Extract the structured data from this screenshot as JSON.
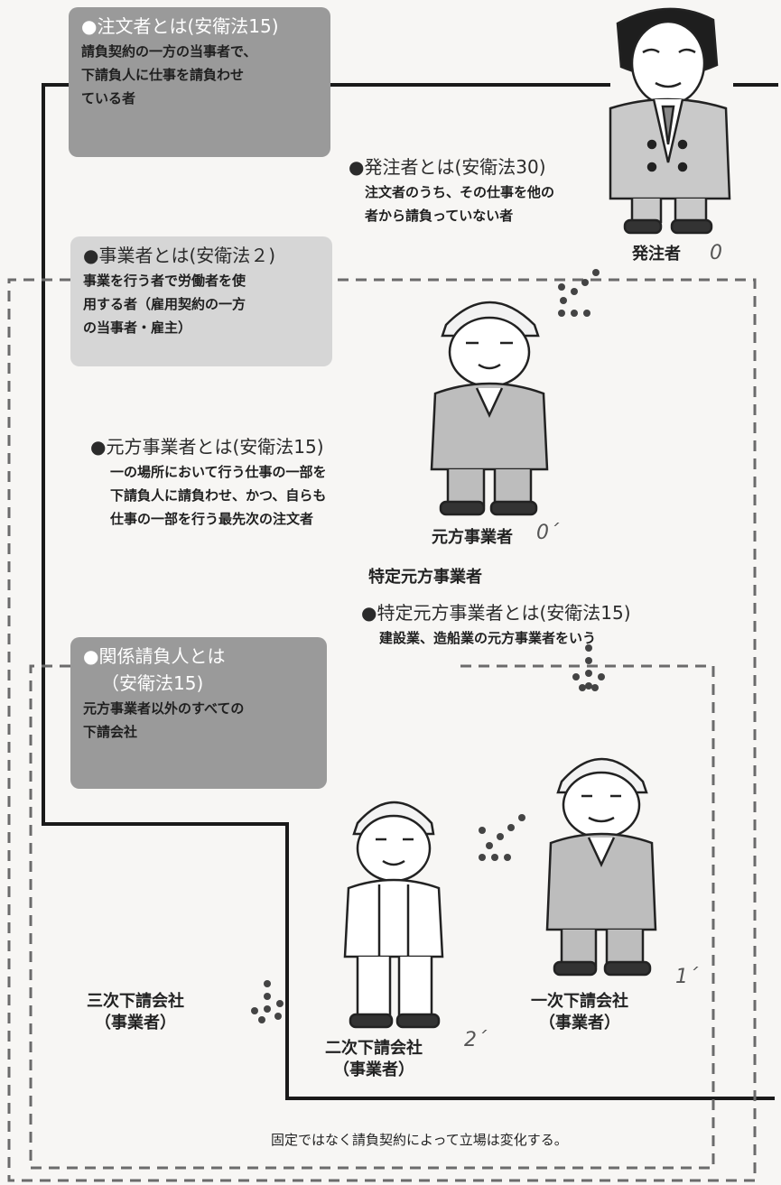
{
  "definitions": {
    "chumonsha": {
      "heading": "●注文者とは(安衛法15)",
      "lines": [
        "請負契約の一方の当事者で、",
        "下請負人に仕事を請負わせ",
        "ている者"
      ]
    },
    "hacchusha": {
      "heading": "●発注者とは(安衛法30)",
      "lines": [
        "注文者のうち、その仕事を他の",
        "者から請負っていない者"
      ]
    },
    "jigyosha": {
      "heading": "●事業者とは(安衛法２)",
      "lines": [
        "事業を行う者で労働者を使",
        "用する者（雇用契約の一方",
        "の当事者・雇主）"
      ]
    },
    "motokata": {
      "heading": "●元方事業者とは(安衛法15)",
      "lines": [
        "一の場所において行う仕事の一部を",
        "下請負人に請負わせ、かつ、自らも",
        "仕事の一部を行う最先次の注文者"
      ]
    },
    "tokutei": {
      "heading": "●特定元方事業者とは(安衛法15)",
      "lines": [
        "建設業、造船業の元方事業者をいう"
      ]
    },
    "kankei": {
      "heading": "●関係請負人とは",
      "heading2": "（安衛法15)",
      "lines": [
        "元方事業者以外のすべての",
        "下請会社"
      ]
    }
  },
  "roles": {
    "hacchusha": "発注者",
    "motokata": "元方事業者",
    "tokutei": "特定元方事業者",
    "ichiji": [
      "一次下請会社",
      "（事業者）"
    ],
    "niji": [
      "二次下請会社",
      "（事業者）"
    ],
    "sanji": [
      "三次下請会社",
      "（事業者）"
    ]
  },
  "handwritten": {
    "hacchusha_mark": "0",
    "motokata_mark": "0´",
    "ichiji_mark": "1´",
    "niji_mark": "2´"
  },
  "footer_note": "固定ではなく請負契約によって立場は変化する。",
  "colors": {
    "box_dark": "#9a9a9a",
    "box_light": "#d6d6d6",
    "line": "#1a1a1a",
    "dash": "#6b6b6b",
    "helmet": "#f2f2f2",
    "worker_cloth": "#bdbdbd",
    "suit": "#c9c9c9"
  }
}
